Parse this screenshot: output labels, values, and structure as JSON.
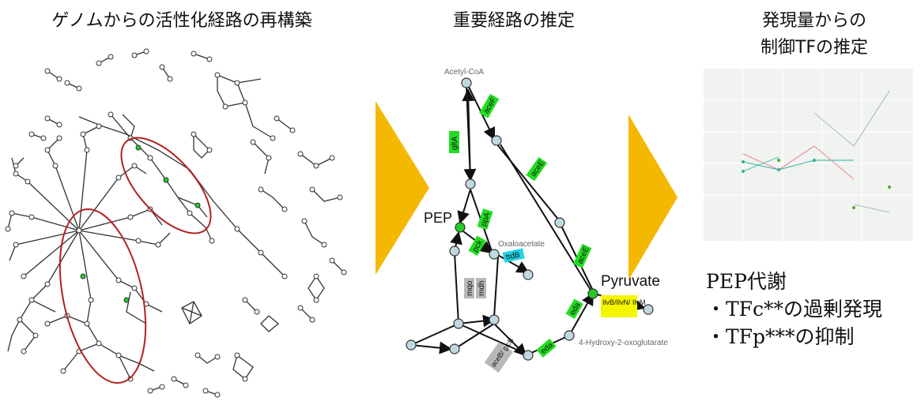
{
  "headings": {
    "left": "ゲノムからの活性化経路の再構築",
    "middle": "重要経路の推定",
    "right_line1": "発現量からの",
    "right_line2": "制御TFの推定"
  },
  "pathway": {
    "node_labels": {
      "acetyl_coa": "Acetyl-CoA",
      "pep": "PEP",
      "oxaloacetate": "Oxaloacetate",
      "pyruvate": "Pyruvate",
      "hydroxy": "4-Hydroxy-2-oxoglutarate"
    },
    "enzymes": {
      "glta": "gltA",
      "acef": "aceF",
      "acee_upper": "aceE",
      "ppa": "ppA",
      "acee_lower": "aceE",
      "pck": "pck",
      "ttdb": "ttdB",
      "mqo": "mqo",
      "mdh": "mdh",
      "eda1": "eda",
      "eda2": "eda",
      "ilv": "IlvB/IlvN/ IlvM",
      "aceb": "aceB/ glcB"
    }
  },
  "summary": {
    "title": "PEP代謝",
    "item1": "・TFc**の過剰発現",
    "item2": "・TFp***の抑制"
  },
  "colors": {
    "arrow": "#F5B800",
    "ellipse": "#B22222",
    "node_fill": "#BFD9E0",
    "node_green": "#22CC22",
    "enzyme_green": "#22DD22",
    "enzyme_cyan": "#22D3E8",
    "enzyme_gray": "#B8B8B8",
    "enzyme_yellow": "#F5F500"
  }
}
